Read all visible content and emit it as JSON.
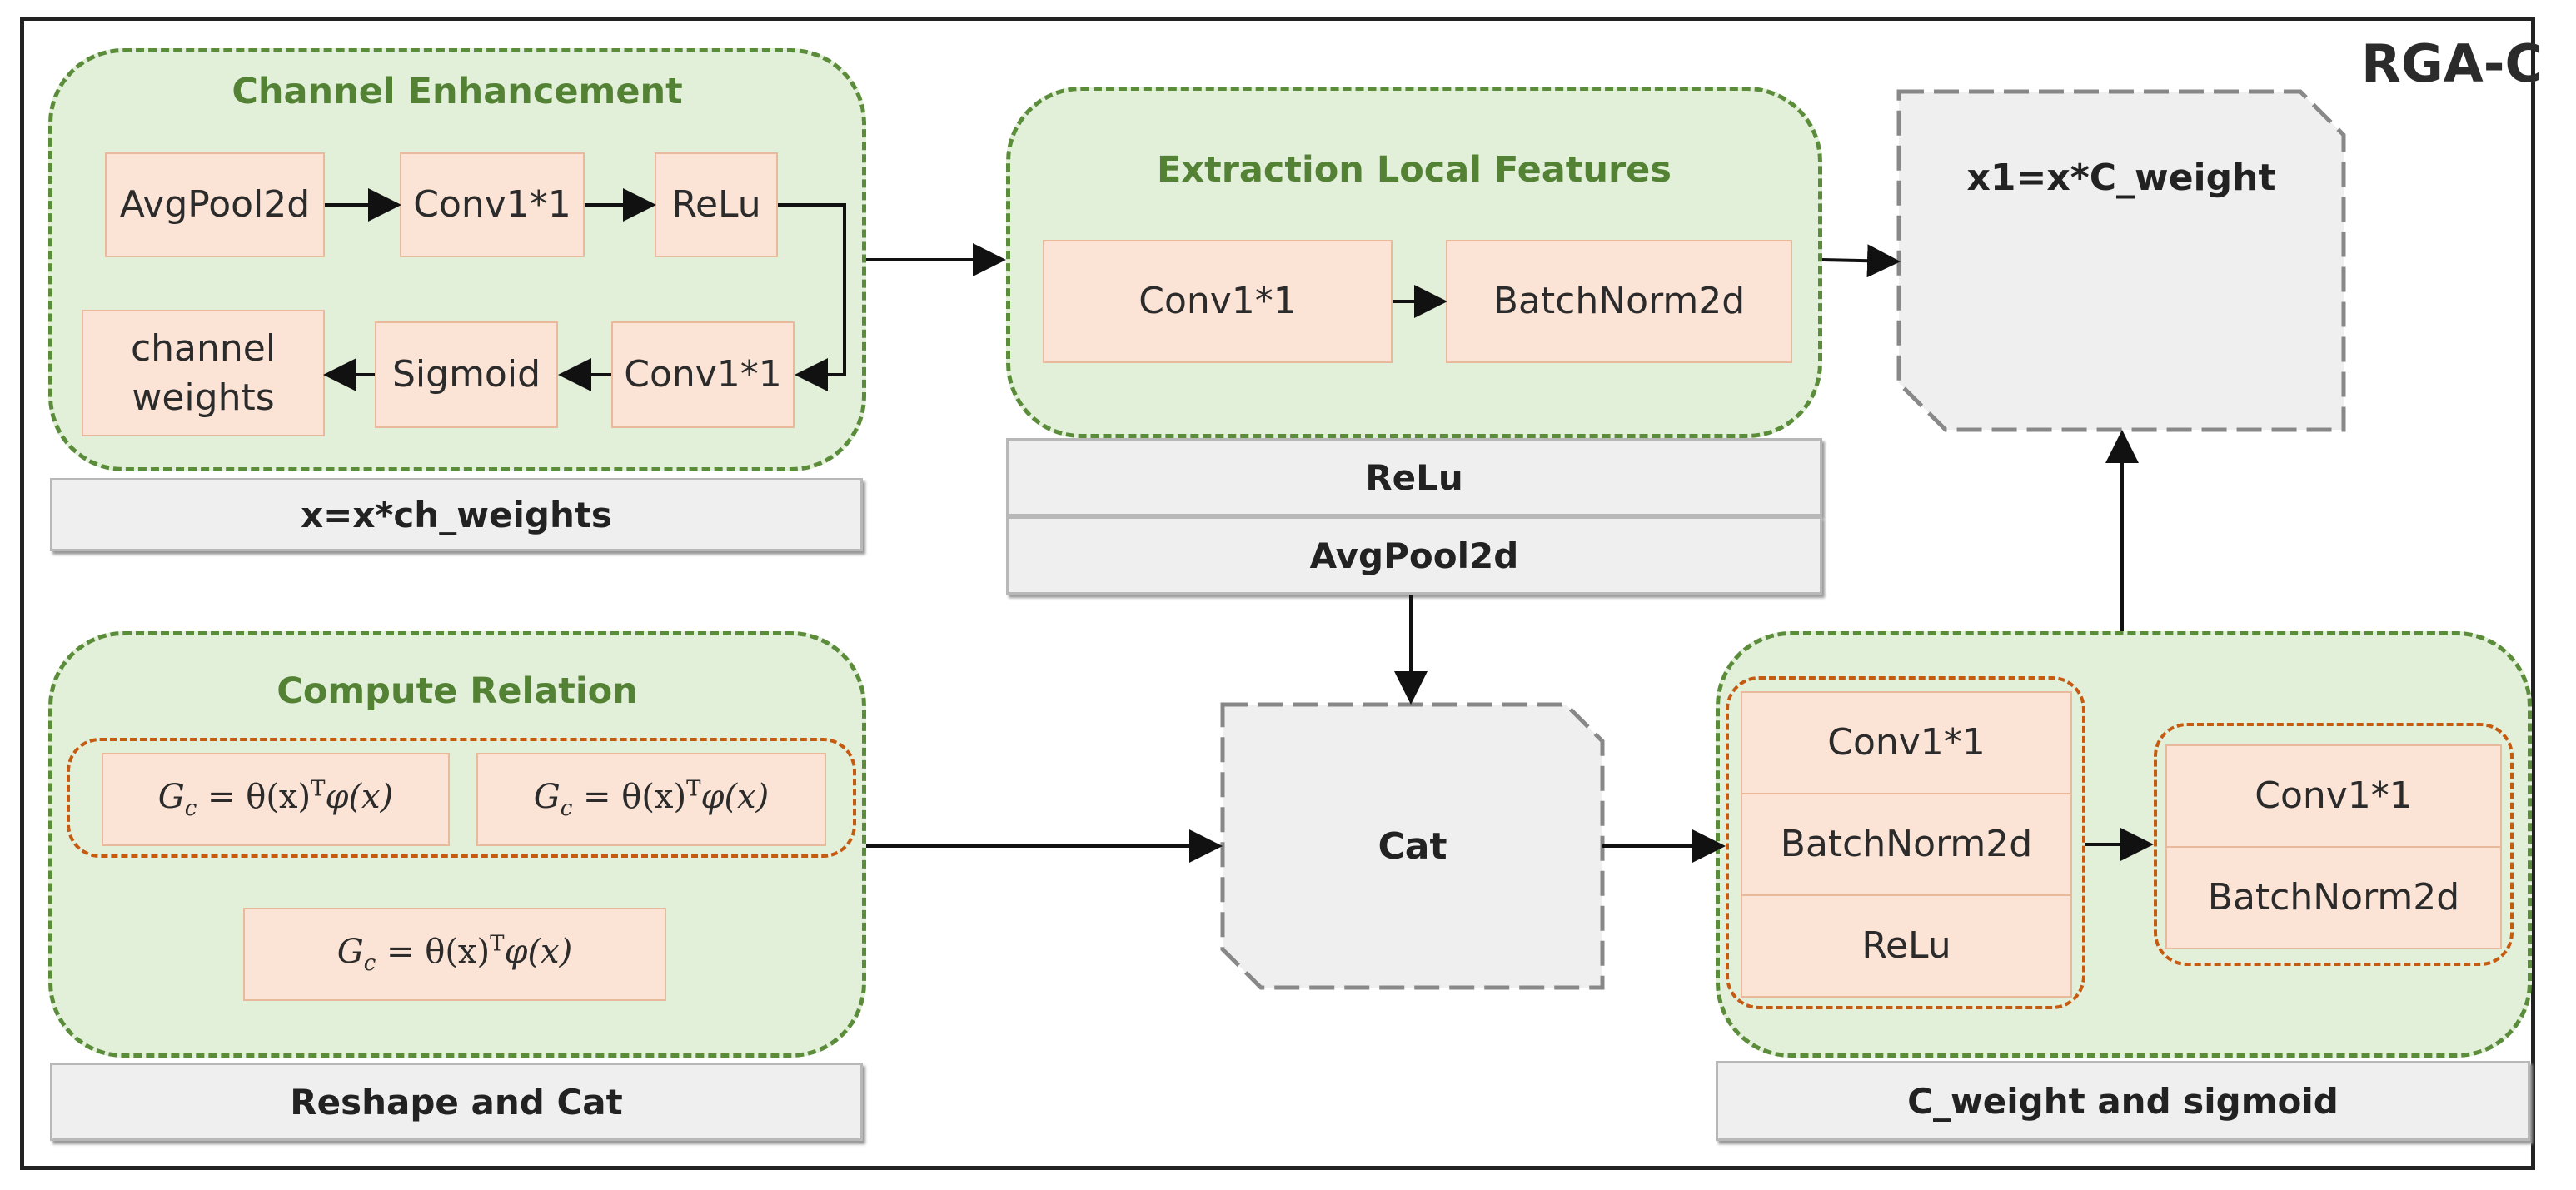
{
  "title": "RGA-C",
  "channel_enhancement": {
    "title": "Channel Enhancement",
    "row1": [
      "AvgPool2d",
      "Conv1*1",
      "ReLu"
    ],
    "row2": [
      "channel weights",
      "Sigmoid",
      "Conv1*1"
    ],
    "caption": "x=x*ch_weights"
  },
  "extraction": {
    "title": "Extraction Local Features",
    "boxes": [
      "Conv1*1",
      "BatchNorm2d"
    ],
    "caption1": "ReLu",
    "caption2": "AvgPool2d"
  },
  "x1_box": "x1=x*C_weight",
  "compute_relation": {
    "title": "Compute Relation",
    "formula_lhs": "G",
    "formula_sub": "c",
    "formula_rhs": " = θ(x)",
    "formula_sup": "T",
    "formula_tail": "φ(x)",
    "caption": "Reshape and Cat"
  },
  "cat_box": "Cat",
  "c_weight": {
    "left_stack": [
      "Conv1*1",
      "BatchNorm2d",
      "ReLu"
    ],
    "right_stack": [
      "Conv1*1",
      "BatchNorm2d"
    ],
    "caption": "C_weight and sigmoid"
  },
  "colors": {
    "group_fill": "#e2efd9",
    "group_border": "#5b8c3a",
    "group_title": "#548235",
    "box_fill": "#fbe3d5",
    "oval_border": "#c55a11",
    "caption_fill": "#efefef"
  }
}
